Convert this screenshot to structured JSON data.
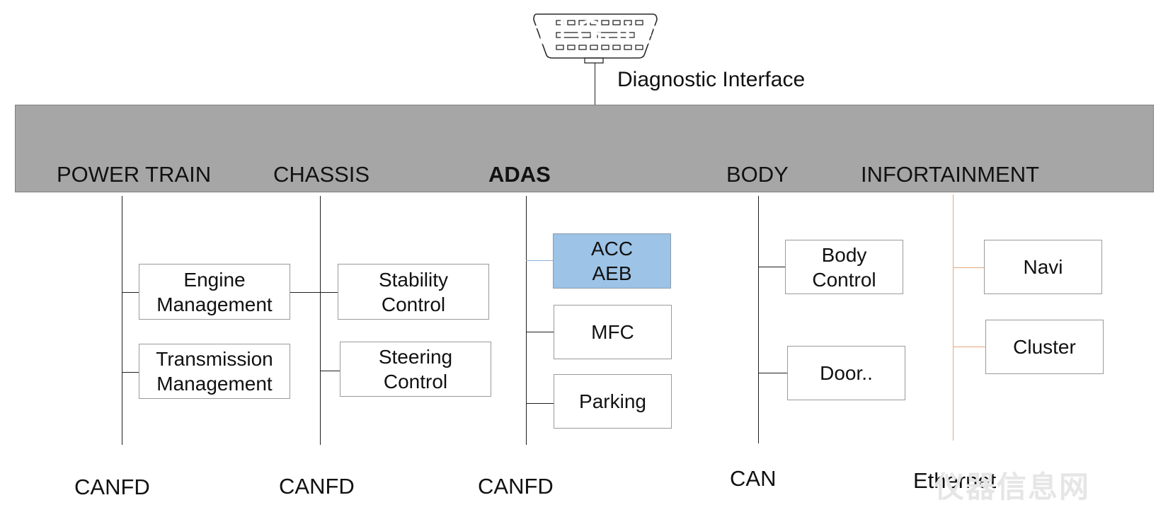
{
  "diagnostic": {
    "label": "Diagnostic Interface"
  },
  "gateway": {
    "title": "Central Gateway"
  },
  "domains": [
    {
      "label": "POWER TRAIN"
    },
    {
      "label": "CHASSIS"
    },
    {
      "label": "ADAS"
    },
    {
      "label": "BODY"
    },
    {
      "label": "INFORTAINMENT"
    }
  ],
  "ecus": {
    "engine": {
      "line1": "Engine",
      "line2": "Management"
    },
    "transmission": {
      "line1": "Transmission",
      "line2": "Management"
    },
    "stability": {
      "line1": "Stability",
      "line2": "Control"
    },
    "steering": {
      "line1": "Steering",
      "line2": "Control"
    },
    "acc_aeb": {
      "line1": "ACC",
      "line2": "AEB"
    },
    "mfc": {
      "line1": "MFC"
    },
    "parking": {
      "line1": "Parking"
    },
    "body_control": {
      "line1": "Body",
      "line2": "Control"
    },
    "door": {
      "line1": "Door.."
    },
    "navi": {
      "line1": "Navi"
    },
    "cluster": {
      "line1": "Cluster"
    }
  },
  "buses": [
    {
      "label": "CANFD"
    },
    {
      "label": "CANFD"
    },
    {
      "label": "CANFD"
    },
    {
      "label": "CAN"
    },
    {
      "label": "Ethernet"
    }
  ],
  "watermark": {
    "text": "仪器信息网"
  },
  "colors": {
    "gateway": "#a6a6a6",
    "highlight": "#9dc3e6",
    "ethernet_line": "#e3a77c"
  }
}
